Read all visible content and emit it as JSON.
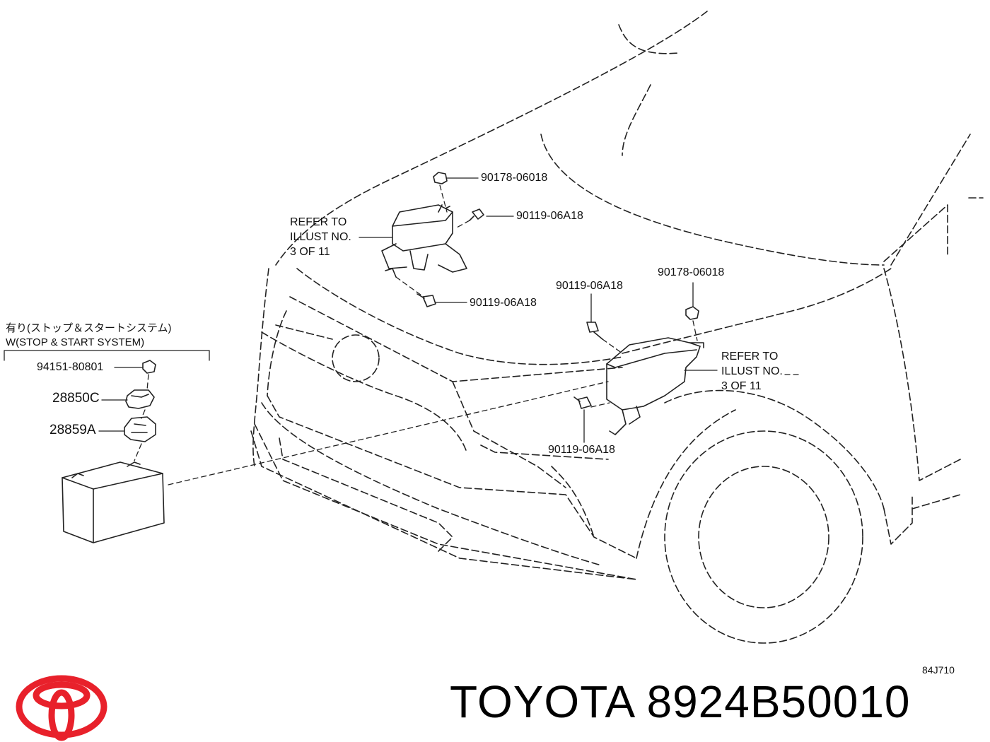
{
  "diagram": {
    "illust_code": "84J710",
    "parts": [
      {
        "id": "nut_top_left",
        "number": "90178-06018"
      },
      {
        "id": "bolt_top_left",
        "number": "90119-06A18"
      },
      {
        "id": "bolt_mid_left",
        "number": "90119-06A18"
      },
      {
        "id": "bolt_top_right",
        "number": "90119-06A18"
      },
      {
        "id": "nut_top_right",
        "number": "90178-06018"
      },
      {
        "id": "bolt_bottom_right",
        "number": "90119-06A18"
      },
      {
        "id": "nut_battery",
        "number": "94151-80801"
      },
      {
        "id": "bracket_c",
        "number": "28850C"
      },
      {
        "id": "bracket_a",
        "number": "28859A"
      }
    ],
    "refer_left": [
      "REFER TO",
      "ILLUST NO.",
      "3 OF 11"
    ],
    "refer_right": [
      "REFER TO",
      "ILLUST NO.",
      "3 OF 11"
    ],
    "stop_start_note": {
      "line1": "有り(ストップ＆スタートシステム)",
      "line2": "W(STOP & START SYSTEM)"
    }
  },
  "footer": {
    "brand": "TOYOTA 8924B50010",
    "logo_icon": "toyota-logo-icon",
    "logo_color": "#e8212b"
  }
}
